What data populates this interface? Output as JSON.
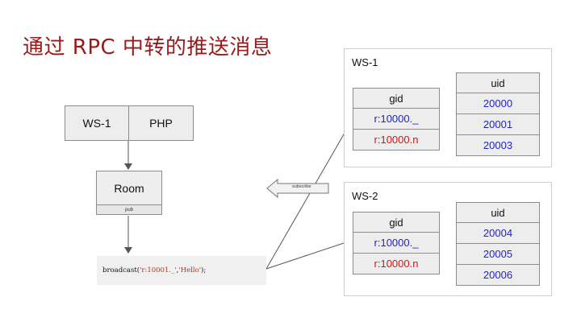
{
  "title": "通过 RPC 中转的推送消息",
  "top_row": {
    "left": "WS-1",
    "right": "PHP"
  },
  "room": {
    "label": "Room",
    "pub": "pub"
  },
  "code": {
    "fn": "broadcast(",
    "arg1": "'r:10001._'",
    "sep": ", ",
    "arg2": "'Hello'",
    "end": ");"
  },
  "subscribe": "subscribe",
  "ws_panels": [
    {
      "name": "WS-1",
      "gid_header": "gid",
      "gids": [
        "r:10000._",
        "r:10000.n"
      ],
      "uid_header": "uid",
      "uids": [
        "20000",
        "20001",
        "20003"
      ]
    },
    {
      "name": "WS-2",
      "gid_header": "gid",
      "gids": [
        "r:10000._",
        "r:10000.n"
      ],
      "uid_header": "uid",
      "uids": [
        "20004",
        "20005",
        "20006"
      ]
    }
  ],
  "colors": {
    "title": "#9a1a1a",
    "gid_first": "#2222cc",
    "gid_second": "#dd1111",
    "uid": "#2222cc"
  }
}
